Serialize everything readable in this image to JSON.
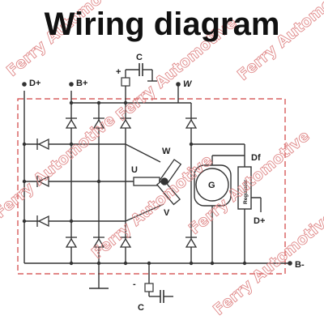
{
  "title": "Wiring diagram",
  "terminals": {
    "d_plus_top": "D+",
    "b_plus": "B+",
    "w_top": "W",
    "c_top": "C",
    "plus_sign": "+",
    "u": "U",
    "w_stator": "W",
    "v": "V",
    "df": "Df",
    "g": "G",
    "regulator": "Regulator",
    "d_plus_reg": "D+",
    "b_minus": "B-",
    "minus_sign": "-",
    "c_bottom": "C"
  },
  "watermark": "Ferry Automotive",
  "colors": {
    "wire": "#333333",
    "housing": "#d04040",
    "watermark": "#e08a8a"
  }
}
